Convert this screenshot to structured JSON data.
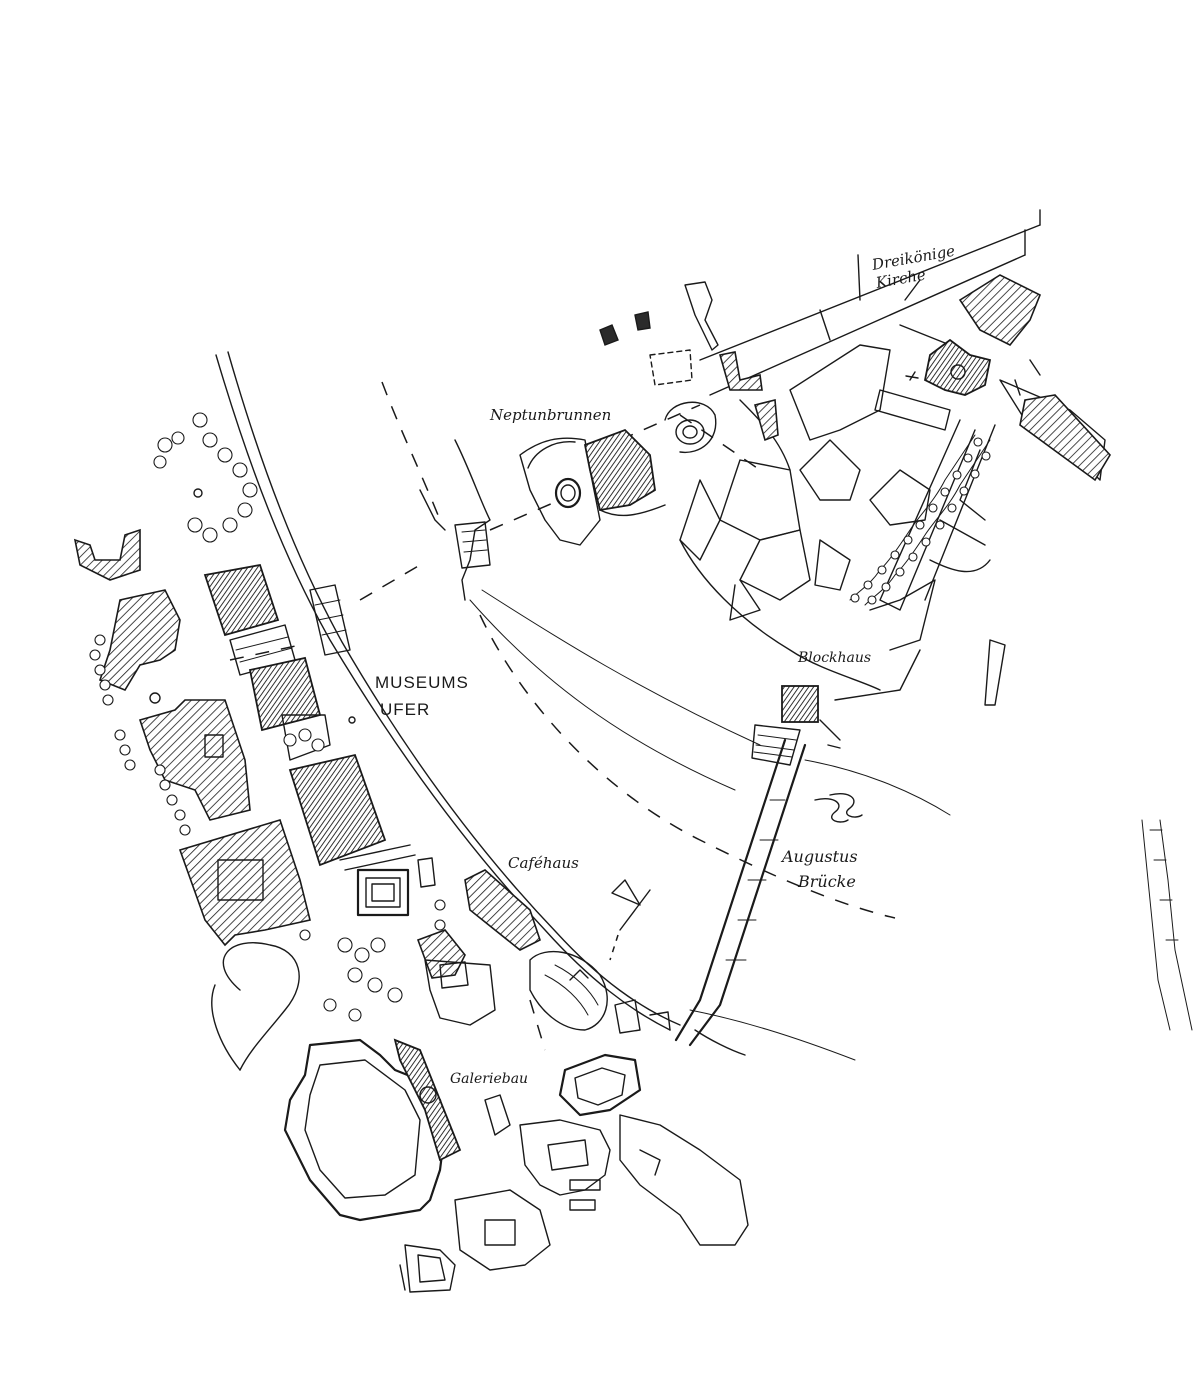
{
  "map": {
    "style": "hand-drawn ink sketch",
    "colors": {
      "ink": "#1a1a1a",
      "paper": "#ffffff"
    },
    "labels": {
      "dreikoenige_line1": "Dreikönige",
      "dreikoenige_line2": "Kirche",
      "neptunbrunnen": "Neptunbrunnen",
      "museums": "MUSEUMS",
      "ufer": "UFER",
      "blockhaus": "Blockhaus",
      "cafehaus": "Caféhaus",
      "augustus": "Augustus",
      "bruecke": "Brücke",
      "galeriebau": "Galeriebau"
    },
    "icons": {
      "north_arrow": "north-arrow-icon",
      "church": "church-icon",
      "fountain": "fountain-icon"
    }
  }
}
